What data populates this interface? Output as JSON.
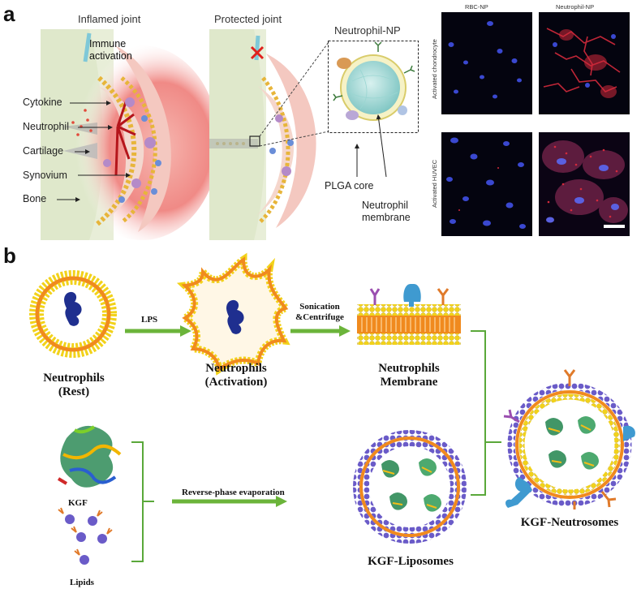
{
  "panel_a": {
    "letter": "a",
    "inflamed_title": "Inflamed joint",
    "protected_title": "Protected joint",
    "nanoparticle_title": "Neutrophil-NP",
    "immune_activation": [
      "Immune",
      "activation"
    ],
    "left_labels": [
      "Cytokine",
      "Neutrophil",
      "Cartilage",
      "Synovium",
      "Bone"
    ],
    "plga_core": "PLGA core",
    "neutrophil_membrane": [
      "Neutrophil",
      "membrane"
    ],
    "micro_columns": [
      "RBC-NP",
      "Neutrophil-NP"
    ],
    "micro_rows": [
      "Activated chondrocyte",
      "Activated HUVEC"
    ]
  },
  "panel_b": {
    "letter": "b",
    "neutrophils_rest": [
      "Neutrophils",
      "(Rest)"
    ],
    "neutrophils_activation": [
      "Neutrophils",
      "(Activation)"
    ],
    "neutrophils_membrane": [
      "Neutrophils",
      "Membrane"
    ],
    "lps": "LPS",
    "sonication": [
      "Sonication",
      "&Centrifuge"
    ],
    "kgf": "KGF",
    "lipids": "Lipids",
    "reverse_phase": "Reverse-phase evaporation",
    "kgf_liposomes": "KGF-Liposomes",
    "kgf_neutrosomes": "KGF-Neutrosomes"
  },
  "colors": {
    "bilayer_orange": "#f08a1e",
    "lipid_head_yellow": "#f2d21a",
    "purple_head": "#6a5bc8",
    "arrow_green": "#6bb43a",
    "bracket_green": "#5aa83a",
    "micro_red": "#d42a3c",
    "nucleus_blue": "#3a48d0"
  }
}
